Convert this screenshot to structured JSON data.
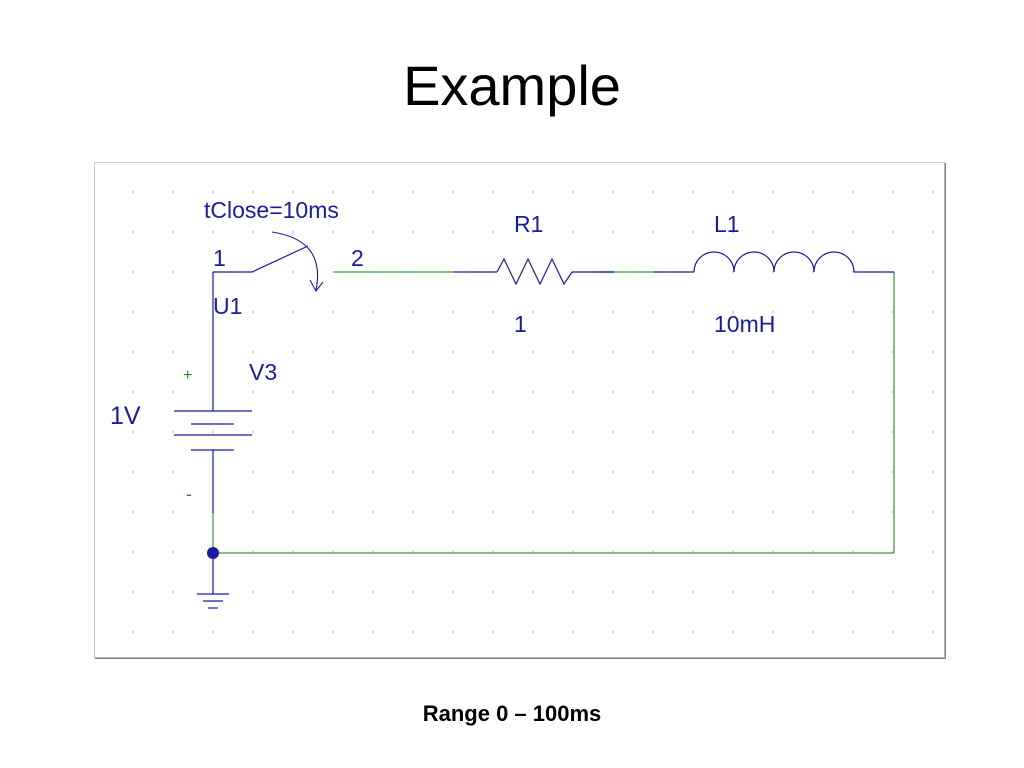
{
  "slide": {
    "title": "Example",
    "footer": "Range 0 – 100ms"
  },
  "schematic": {
    "switch": {
      "ref": "U1",
      "param": "tClose=10ms",
      "pin1": "1",
      "pin2": "2"
    },
    "resistor": {
      "ref": "R1",
      "value": "1"
    },
    "inductor": {
      "ref": "L1",
      "value": "10mH"
    },
    "source": {
      "ref": "V3",
      "value": "1V",
      "plus": "+",
      "minus": "-"
    },
    "colors": {
      "wire": "#3a9a3a",
      "component": "#1a1aa8",
      "switch_arc": "#1a1aa8",
      "grid_dot": "#b8b8b8",
      "frame_border": "#c8c8c8",
      "frame_shadow": "#808080"
    }
  }
}
